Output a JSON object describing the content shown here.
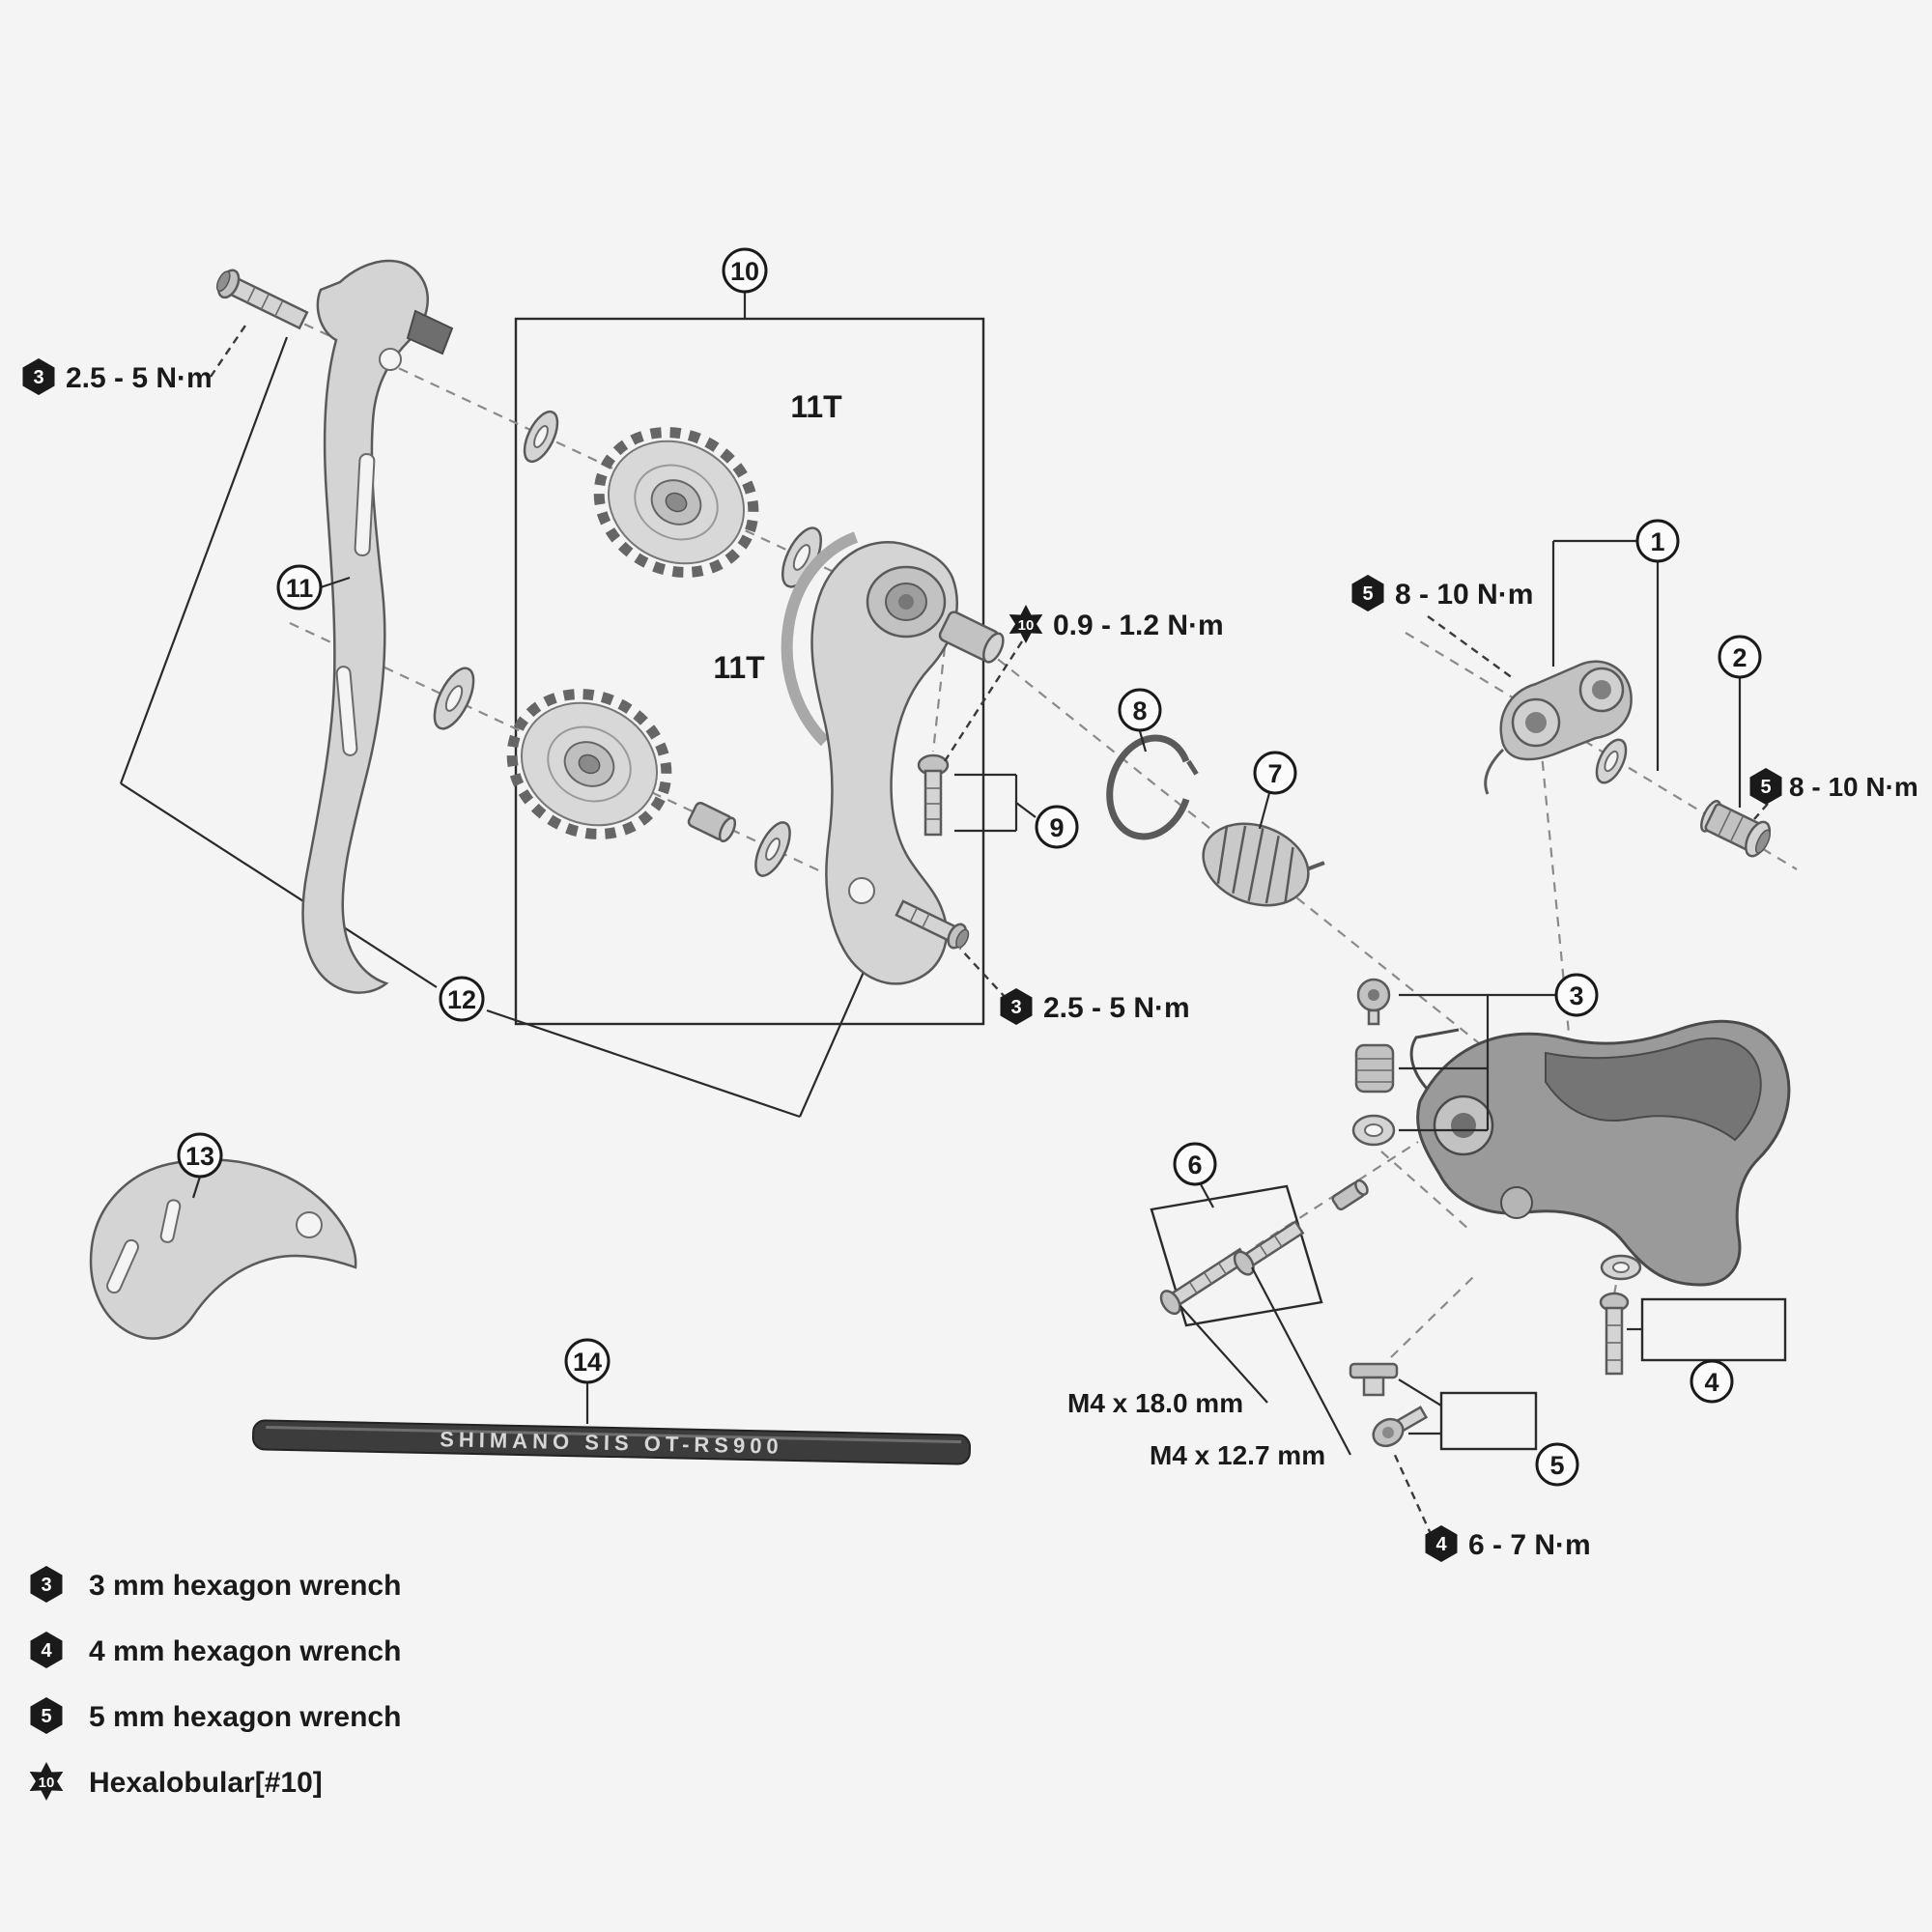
{
  "diagram": {
    "background": "#f4f4f4",
    "line_color": "#5a5a5a",
    "badge_color": "#1a1a1a",
    "callouts": {
      "n1": "1",
      "n2": "2",
      "n3": "3",
      "n4": "4",
      "n5": "5",
      "n6": "6",
      "n7": "7",
      "n8": "8",
      "n9": "9",
      "n10": "10",
      "n11": "11",
      "n12": "12",
      "n13": "13",
      "n14": "14"
    },
    "torques": {
      "t1": {
        "tool": "3",
        "text": "2.5 - 5 N·m"
      },
      "t2": {
        "tool": "10",
        "text": "0.9 - 1.2 N·m"
      },
      "t3": {
        "tool": "5",
        "text": "8 - 10 N·m"
      },
      "t4": {
        "tool": "5",
        "text": "8 - 10 N·m"
      },
      "t5": {
        "tool": "3",
        "text": "2.5 - 5 N·m"
      },
      "t6": {
        "tool": "4",
        "text": "6 - 7 N·m"
      }
    },
    "labels": {
      "pulley_top": "11T",
      "pulley_bottom": "11T",
      "bolt_long": "M4 x 18.0 mm",
      "bolt_short": "M4 x 12.7 mm",
      "cable": "SHIMANO SIS OT-RS900"
    },
    "legend": [
      {
        "tool": "3",
        "label": "3 mm hexagon wrench"
      },
      {
        "tool": "4",
        "label": "4 mm hexagon wrench"
      },
      {
        "tool": "5",
        "label": "5 mm hexagon wrench"
      },
      {
        "tool": "10",
        "label": "Hexalobular[#10]"
      }
    ]
  }
}
